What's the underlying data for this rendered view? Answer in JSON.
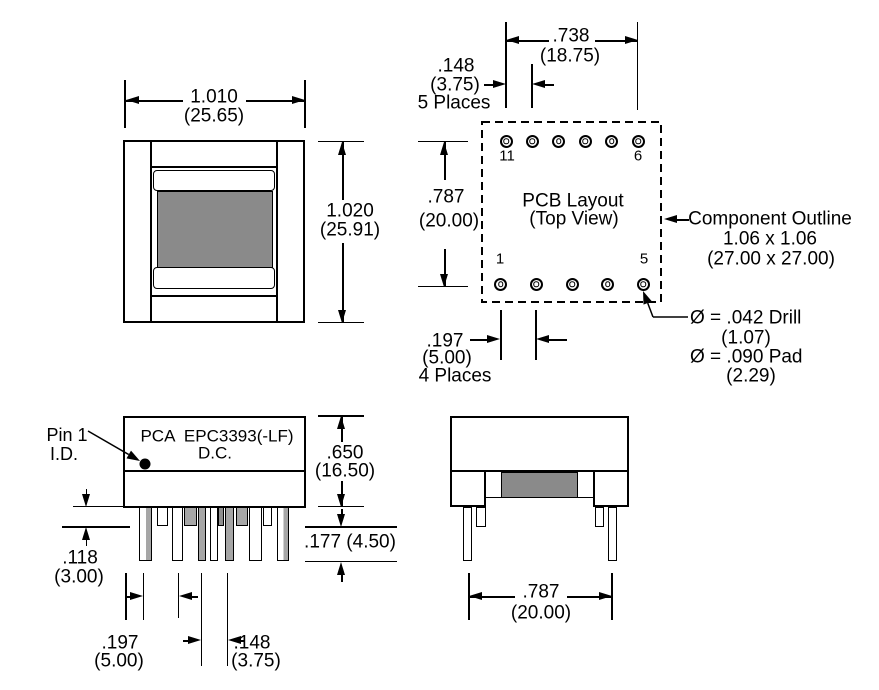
{
  "v1": {
    "w_in": "1.010",
    "w_mm": "(25.65)",
    "h_in": "1.020",
    "h_mm": "(25.91)"
  },
  "v2": {
    "title1": "PCB Layout",
    "title2": "(Top View)",
    "span_in": ".738",
    "span_mm": "(18.75)",
    "pitch_in": ".148",
    "pitch_mm": "(3.75)",
    "pitch_note": "5 Places",
    "rows_in": ".787",
    "rows_mm": "(20.00)",
    "bpitch_in": ".197",
    "bpitch_mm": "(5.00)",
    "bpitch_note": "4 Places",
    "pad11": "11",
    "pad6": "6",
    "pad1": "1",
    "pad5": "5",
    "co1": "Component Outline",
    "co2": "1.06 x 1.06",
    "co3": "(27.00 x 27.00)",
    "drill1": "Ø = .042 Drill",
    "drill2": "(1.07)",
    "padl1": "Ø = .090 Pad",
    "padl2": "(2.29)"
  },
  "v3": {
    "part1": "PCA  EPC3393(-LF)",
    "part2": "D.C.",
    "pin1a": "Pin 1",
    "pin1b": "I.D.",
    "bh_in": ".650",
    "bh_mm": "(16.50)",
    "pl": ".177 (4.50)",
    "bp_in": ".118",
    "bp_mm": "(3.00)",
    "fp_in": ".197",
    "fp_mm": "(5.00)",
    "bpp_in": ".148",
    "bpp_mm": "(3.75)"
  },
  "v4": {
    "span_in": ".787",
    "span_mm": "(20.00)"
  },
  "colors": {
    "ink": "#000000",
    "core_gray": "#8a8a8a",
    "pin_gray": "#a6a6a6"
  }
}
